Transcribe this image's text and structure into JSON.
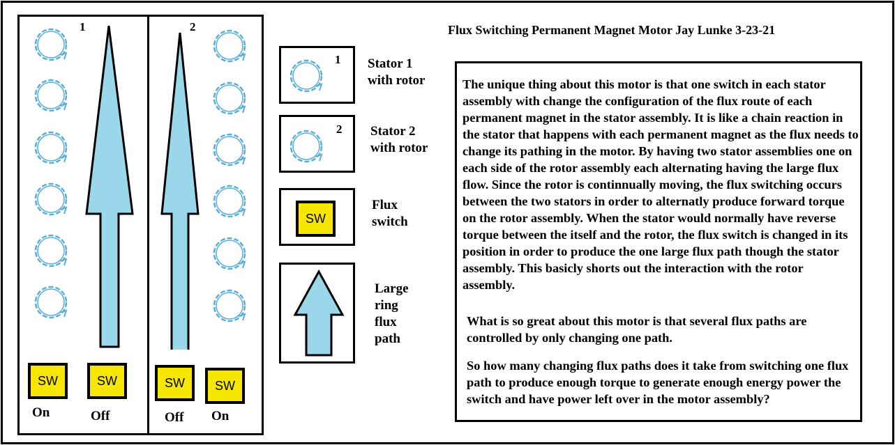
{
  "title": "Flux Switching Permanent Magnet Motor  Jay Lunke  3-23-21",
  "colors": {
    "circle": "#5aaed8",
    "arrow_fill": "#9ad7ea",
    "switch_fill": "#f7e600"
  },
  "stator_1": {
    "number": "1",
    "switches": [
      {
        "label": "SW",
        "state": "On"
      },
      {
        "label": "SW",
        "state": "Off"
      }
    ]
  },
  "stator_2": {
    "number": "2",
    "switches": [
      {
        "label": "SW",
        "state": "Off"
      },
      {
        "label": "SW",
        "state": "On"
      }
    ]
  },
  "legend": {
    "stator1": {
      "number": "1",
      "line1": "Stator 1",
      "line2": "with rotor"
    },
    "stator2": {
      "number": "2",
      "line1": "Stator 2",
      "line2": "with rotor"
    },
    "switch": {
      "symbol": "SW",
      "line1": "Flux",
      "line2": "switch"
    },
    "arrow": {
      "line1": "Large",
      "line2": "ring",
      "line3": "flux",
      "line4": "path"
    }
  },
  "description": {
    "paragraph_1": "The unique thing about this motor is that one switch in each stator assembly with change the configuration of the flux route of each permanent magnet in the stator assembly.  It is like a chain reaction in the stator that happens with each permanent magnet as the flux needs to change its pathing in the motor.  By having two stator assemblies one on each side of the rotor assembly each alternating having the large flux flow.  Since the rotor is continnually moving, the flux switching occurs between the two stators in order to alternatly produce forward torque on the rotor assembly.  When the stator would normally have reverse torque between the itself and the rotor, the flux switch is changed in its position in order to produce the one large flux path though the stator assembly.  This basicly shorts out the interaction with the rotor assembly.",
    "paragraph_2": "What is so great about this motor is that several flux paths are controlled by only changing one path.",
    "paragraph_3": "So how many changing flux paths does it take from switching one flux path to produce enough torque to generate enough energy power the switch and have power left over in the motor assembly?"
  }
}
